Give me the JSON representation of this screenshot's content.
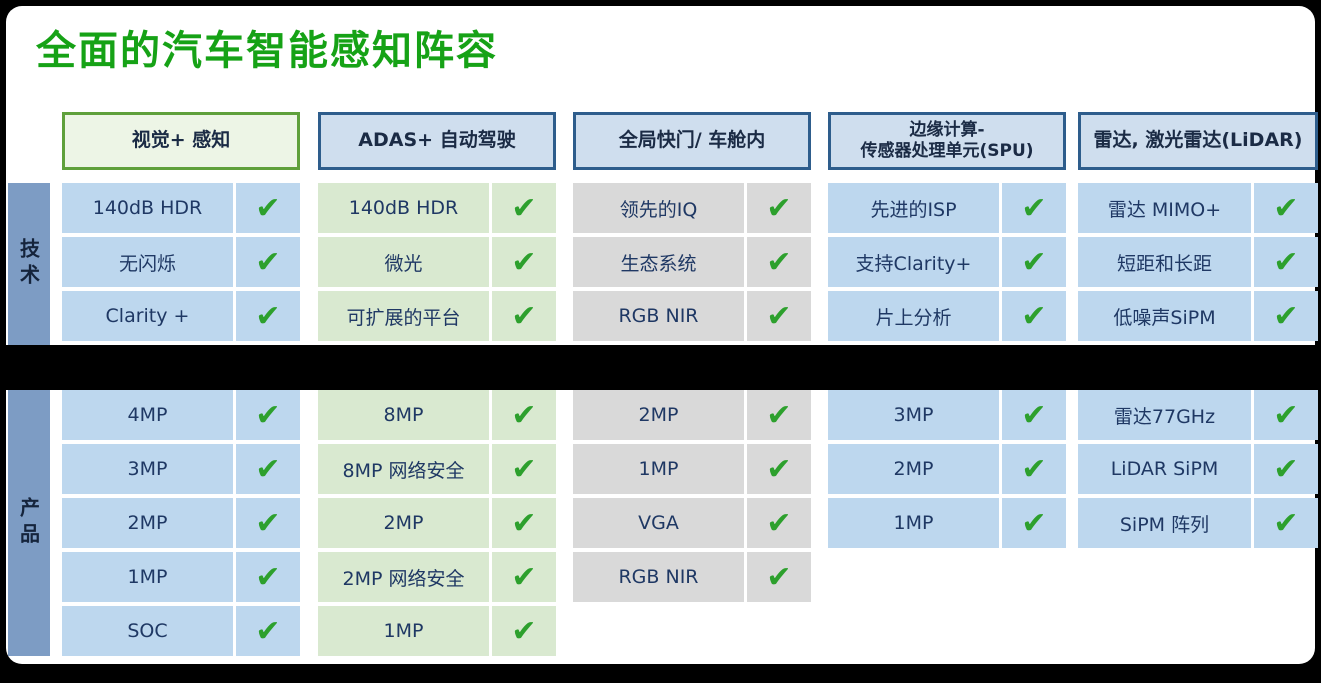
{
  "title": "全面的汽车智能感知阵容",
  "check_glyph": "✔",
  "sections": {
    "tech": "技术",
    "product": "产品"
  },
  "colors": {
    "title_green": "#16a216",
    "check_green": "#2da02d",
    "cell_blue": "#bdd7ee",
    "cell_green": "#d9e9d0",
    "cell_gray": "#d9d9d9",
    "header_green_border": "#5fa03b",
    "header_blue_border": "#2e5d8c",
    "sidebar_blue": "#7d9cc4",
    "separator": "#000000"
  },
  "columns": [
    {
      "header": "视觉+ 感知",
      "tech": [
        "140dB HDR",
        "无闪烁",
        "Clarity +"
      ],
      "products": [
        "4MP",
        "3MP",
        "2MP",
        "1MP",
        "SOC"
      ]
    },
    {
      "header": "ADAS+ 自动驾驶",
      "tech": [
        "140dB HDR",
        "微光",
        "可扩展的平台"
      ],
      "products": [
        "8MP",
        "8MP 网络安全",
        "2MP",
        "2MP 网络安全",
        "1MP"
      ]
    },
    {
      "header": "全局快门/ 车舱内",
      "tech": [
        "领先的IQ",
        "生态系统",
        "RGB NIR"
      ],
      "products": [
        "2MP",
        "1MP",
        "VGA",
        "RGB NIR"
      ]
    },
    {
      "header": "边缘计算-\n传感器处理单元(SPU)",
      "tech": [
        "先进的ISP",
        "支持Clarity+",
        "片上分析"
      ],
      "products": [
        "3MP",
        "2MP",
        "1MP"
      ]
    },
    {
      "header": "雷达, 激光雷达(LiDAR)",
      "tech": [
        "雷达 MIMO+",
        "短距和长距",
        "低噪声SiPM"
      ],
      "products": [
        "雷达77GHz",
        "LiDAR SiPM",
        "SiPM 阵列"
      ]
    }
  ]
}
